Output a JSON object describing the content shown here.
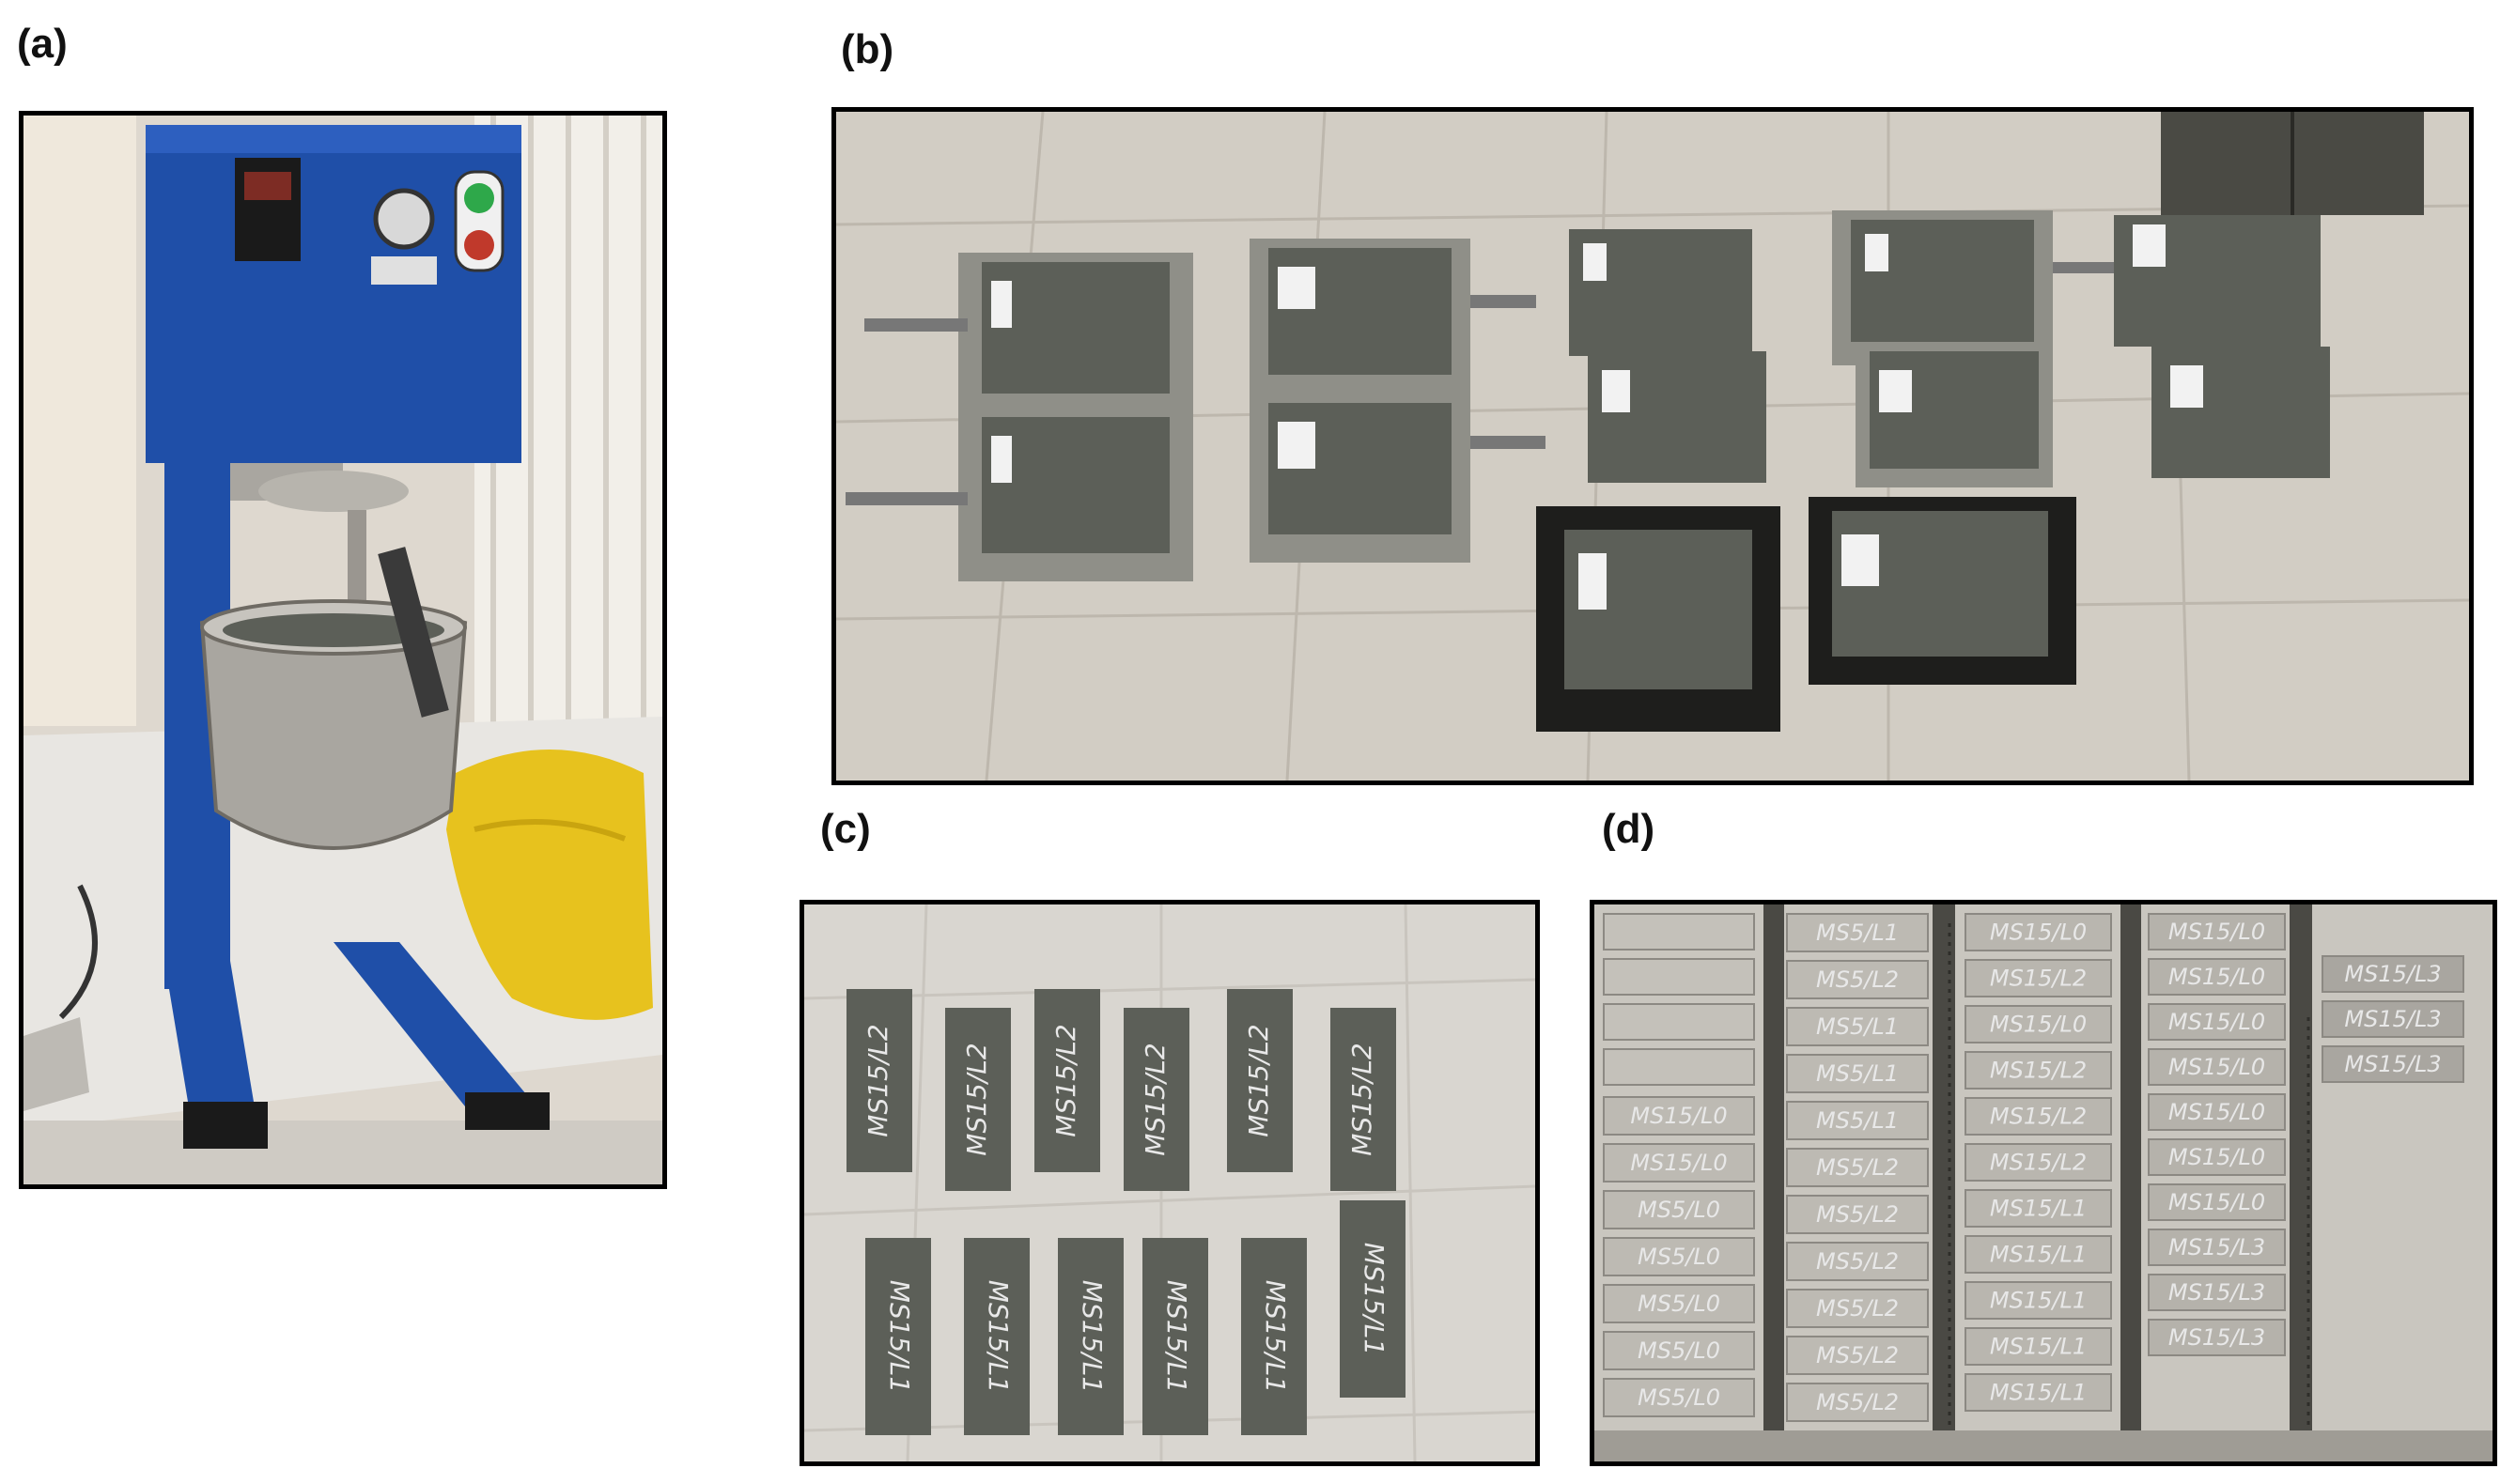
{
  "figure": {
    "panels": [
      {
        "label": "(a)",
        "content": "mixer-photo"
      },
      {
        "label": "(b)",
        "content": "molds-photo"
      },
      {
        "label": "(c)",
        "content": "specimens-photo"
      },
      {
        "label": "(d)",
        "content": "curing-rack-photo"
      }
    ]
  },
  "specimen_labels": {
    "c_top": [
      "MS15/L2",
      "MS15/L2",
      "MS15/L2",
      "MS15/L2",
      "MS15/L2",
      "MS15/L2"
    ],
    "c_bottom": [
      "MS15/L1",
      "MS15/L1",
      "MS15/L1",
      "MS15/L1",
      "MS15/L1",
      "MS15/L1"
    ],
    "d_col1": [
      "MS15/L0",
      "MS15/L0",
      "MS5/L0",
      "MS5/L0",
      "MS5/L0",
      "MS5/L0",
      "MS5/L0"
    ],
    "d_col2": [
      "MS5/L1",
      "MS5/L2",
      "MS5/L1",
      "MS5/L1",
      "MS5/L1",
      "MS5/L2",
      "MS5/L2",
      "MS5/L2",
      "MS5/L2",
      "MS5/L2",
      "MS5/L2"
    ],
    "d_col3": [
      "MS15/L0",
      "MS15/L2",
      "MS15/L0",
      "MS15/L2",
      "MS15/L2",
      "MS15/L2",
      "MS15/L1",
      "MS15/L1",
      "MS15/L1",
      "MS15/L1",
      "MS15/L1"
    ],
    "d_col4": [
      "MS15/L0",
      "MS15/L0",
      "MS15/L0",
      "MS15/L0",
      "MS15/L0",
      "MS15/L0",
      "MS15/L0",
      "MS15/L3",
      "MS15/L3",
      "MS15/L3"
    ],
    "d_col5": [
      "MS15/L3",
      "MS15/L3",
      "MS15/L3"
    ]
  },
  "colors": {
    "mixer_blue": "#1f4fa8",
    "floor": "#cfcac0",
    "mortar": "#5c5f58",
    "steel": "#a9a6a0"
  }
}
